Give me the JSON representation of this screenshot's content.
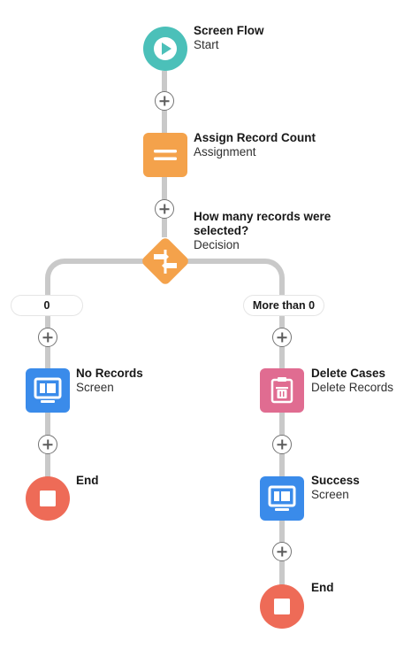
{
  "colors": {
    "start": "#4bc0b9",
    "assignment": "#f4a24b",
    "decision": "#f4a24b",
    "screen": "#3a8bea",
    "delete": "#e06c91",
    "end": "#ee6b57",
    "connector": "#c9c9c9"
  },
  "nodes": {
    "start": {
      "title": "Screen Flow",
      "subtitle": "Start",
      "icon": "play-icon"
    },
    "assign": {
      "title": "Assign Record Count",
      "subtitle": "Assignment",
      "icon": "assignment-icon"
    },
    "decision": {
      "title_line1": "How many records were",
      "title_line2": "selected?",
      "subtitle": "Decision",
      "icon": "decision-icon"
    },
    "no_records": {
      "title": "No Records",
      "subtitle": "Screen",
      "icon": "screen-icon"
    },
    "end_left": {
      "title": "End",
      "icon": "stop-icon"
    },
    "delete_cases": {
      "title": "Delete Cases",
      "subtitle": "Delete Records",
      "icon": "delete-records-icon"
    },
    "success": {
      "title": "Success",
      "subtitle": "Screen",
      "icon": "screen-icon"
    },
    "end_right": {
      "title": "End",
      "icon": "stop-icon"
    }
  },
  "branches": {
    "left": "0",
    "right": "More than 0"
  }
}
